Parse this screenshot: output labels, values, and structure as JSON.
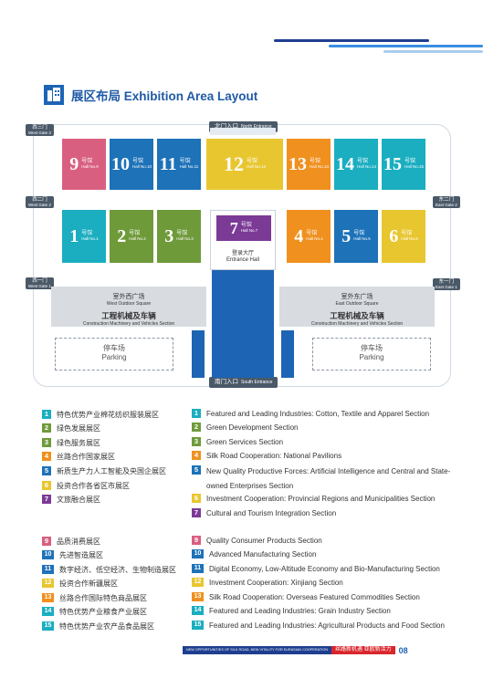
{
  "header": {
    "title": "展区布局 Exhibition Area Layout"
  },
  "colors": {
    "blue_main": "#1e64b4",
    "hall_pink": "#d95f80",
    "hall_blue": "#1d72b8",
    "hall_yellow": "#e8c630",
    "hall_orange": "#f0901e",
    "hall_teal": "#1aaec0",
    "hall_purple": "#7b3a96",
    "hall_green": "#6f9a3a"
  },
  "gates": {
    "north": {
      "cn": "北门入口",
      "en": "North Entrance"
    },
    "south": {
      "cn": "南门入口",
      "en": "South Entrance"
    },
    "west2_top": {
      "cn": "西三门",
      "en": "West Gate 3"
    },
    "west2_mid": {
      "cn": "西二门",
      "en": "West Gate 2"
    },
    "west1": {
      "cn": "西一门",
      "en": "West Gate 1"
    },
    "east2": {
      "cn": "东二门",
      "en": "East Gate 2"
    },
    "east1": {
      "cn": "东一门",
      "en": "East Gate 1"
    }
  },
  "halls": [
    {
      "num": "9",
      "cn": "号馆",
      "en": "Hall No.9",
      "color": "#d95f80"
    },
    {
      "num": "10",
      "cn": "号馆",
      "en": "Hall No.10",
      "color": "#1d72b8"
    },
    {
      "num": "11",
      "cn": "号馆",
      "en": "Hall No.11",
      "color": "#1d72b8"
    },
    {
      "num": "12",
      "cn": "号馆",
      "en": "Hall No.12",
      "color": "#e8c630"
    },
    {
      "num": "13",
      "cn": "号馆",
      "en": "Hall No.13",
      "color": "#f0901e"
    },
    {
      "num": "14",
      "cn": "号馆",
      "en": "Hall No.14",
      "color": "#1aaec0"
    },
    {
      "num": "15",
      "cn": "号馆",
      "en": "Hall No.15",
      "color": "#1aaec0"
    },
    {
      "num": "1",
      "cn": "号馆",
      "en": "Hall No.1",
      "color": "#1aaec0"
    },
    {
      "num": "2",
      "cn": "号馆",
      "en": "Hall No.2",
      "color": "#6f9a3a"
    },
    {
      "num": "3",
      "cn": "号馆",
      "en": "Hall No.3",
      "color": "#6f9a3a"
    },
    {
      "num": "4",
      "cn": "号馆",
      "en": "Hall No.4",
      "color": "#f0901e"
    },
    {
      "num": "5",
      "cn": "号馆",
      "en": "Hall No.5",
      "color": "#1d72b8"
    },
    {
      "num": "6",
      "cn": "号馆",
      "en": "Hall No.6",
      "color": "#e8c630"
    }
  ],
  "hall7": {
    "num": "7",
    "cn": "号馆",
    "en": "Hall No.7",
    "color": "#7b3a96"
  },
  "entrance_hall": {
    "cn": "登录大厅",
    "en": "Entrance Hall"
  },
  "squares": {
    "west": {
      "cn": "室外西广场",
      "en": "West Outdoor Square",
      "cat_cn": "工程机械及车辆",
      "cat_en": "Construction Machinery and Vehicles Section"
    },
    "east": {
      "cn": "室外东广场",
      "en": "East Outdoor Square",
      "cat_cn": "工程机械及车辆",
      "cat_en": "Construction Machinery and Vehicles Section"
    }
  },
  "parking": {
    "cn": "停车场",
    "en": "Parking"
  },
  "legend_cn": [
    {
      "num": "1",
      "color": "#1aaec0",
      "text": "特色优势产业棉花纺织服装展区"
    },
    {
      "num": "2",
      "color": "#6f9a3a",
      "text": "绿色发展展区"
    },
    {
      "num": "3",
      "color": "#6f9a3a",
      "text": "绿色服务展区"
    },
    {
      "num": "4",
      "color": "#f0901e",
      "text": "丝路合作国家展区"
    },
    {
      "num": "5",
      "color": "#1d72b8",
      "text": "新质生产力人工智能及央国企展区"
    },
    {
      "num": "6",
      "color": "#e8c630",
      "text": "投资合作各省区市展区"
    },
    {
      "num": "7",
      "color": "#7b3a96",
      "text": "文旅融合展区"
    },
    {
      "num": "9",
      "color": "#d95f80",
      "text": "品质消费展区"
    },
    {
      "num": "10",
      "color": "#1d72b8",
      "text": "先进智造展区"
    },
    {
      "num": "11",
      "color": "#1d72b8",
      "text": "数字经济、低空经济、生物制造展区"
    },
    {
      "num": "12",
      "color": "#e8c630",
      "text": "投资合作新疆展区"
    },
    {
      "num": "13",
      "color": "#f0901e",
      "text": "丝路合作国际特色商品展区"
    },
    {
      "num": "14",
      "color": "#1aaec0",
      "text": "特色优势产业粮食产业展区"
    },
    {
      "num": "15",
      "color": "#1aaec0",
      "text": "特色优势产业农产品食品展区"
    }
  ],
  "legend_en": [
    {
      "num": "1",
      "color": "#1aaec0",
      "text": "Featured and Leading Industries: Cotton, Textile and Apparel Section"
    },
    {
      "num": "2",
      "color": "#6f9a3a",
      "text": "Green Development Section"
    },
    {
      "num": "3",
      "color": "#6f9a3a",
      "text": "Green Services Section"
    },
    {
      "num": "4",
      "color": "#f0901e",
      "text": "Silk Road Cooperation: National Pavilions"
    },
    {
      "num": "5",
      "color": "#1d72b8",
      "text": "New Quality Productive Forces: Artificial Intelligence and Central and State-owned Enterprises Section"
    },
    {
      "num": "6",
      "color": "#e8c630",
      "text": "Investment Cooperation: Provincial Regions and Municipalities Section"
    },
    {
      "num": "7",
      "color": "#7b3a96",
      "text": "Cultural and Tourism Integration Section"
    },
    {
      "num": "9",
      "color": "#d95f80",
      "text": "Quality Consumer Products Section"
    },
    {
      "num": "10",
      "color": "#1d72b8",
      "text": "Advanced Manufacturing Section"
    },
    {
      "num": "11",
      "color": "#1d72b8",
      "text": "Digital Economy, Low-Altitude Economy and Bio-Manufacturing Section"
    },
    {
      "num": "12",
      "color": "#e8c630",
      "text": "Investment Cooperation: Xinjiang Section"
    },
    {
      "num": "13",
      "color": "#f0901e",
      "text": "Silk Road Cooperation: Overseas Featured Commodities Section"
    },
    {
      "num": "14",
      "color": "#1aaec0",
      "text": "Featured and Leading Industries: Grain Industry Section"
    },
    {
      "num": "15",
      "color": "#1aaec0",
      "text": "Featured and Leading Industries: Agricultural Products and Food Section"
    }
  ],
  "footer": {
    "slogan_en": "NEW OPPORTUNITIES OF SILK ROAD, NEW VITALITY FOR EURASIAN COOPERATION",
    "slogan_cn": "丝路新机遇 亚欧新活力",
    "page": "08"
  }
}
